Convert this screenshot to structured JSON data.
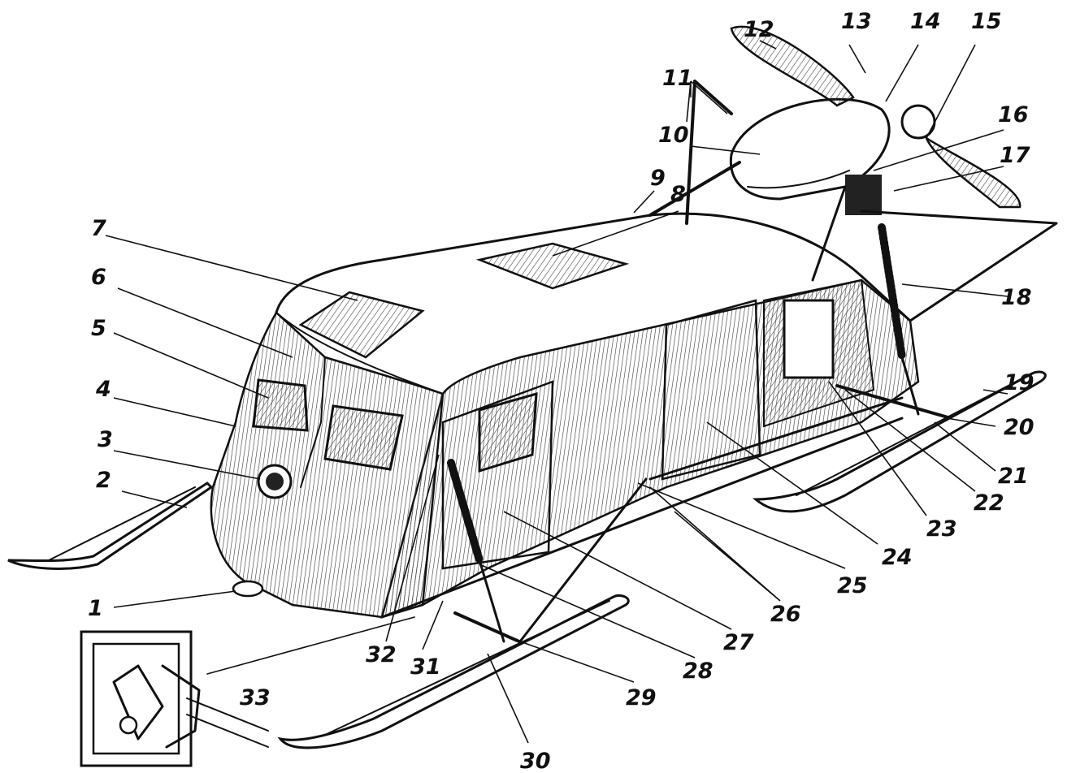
{
  "diagram": {
    "subject": "aerosled (propeller-driven snowmobile) cutaway illustration",
    "callouts": [
      "1",
      "2",
      "3",
      "4",
      "5",
      "6",
      "7",
      "8",
      "9",
      "10",
      "11",
      "12",
      "13",
      "14",
      "15",
      "16",
      "17",
      "18",
      "19",
      "20",
      "21",
      "22",
      "23",
      "24",
      "25",
      "26",
      "27",
      "28",
      "29",
      "30",
      "31",
      "32",
      "33"
    ]
  },
  "colors": {
    "ink": "#111111",
    "paper": "#ffffff",
    "hatch": "#444444"
  }
}
